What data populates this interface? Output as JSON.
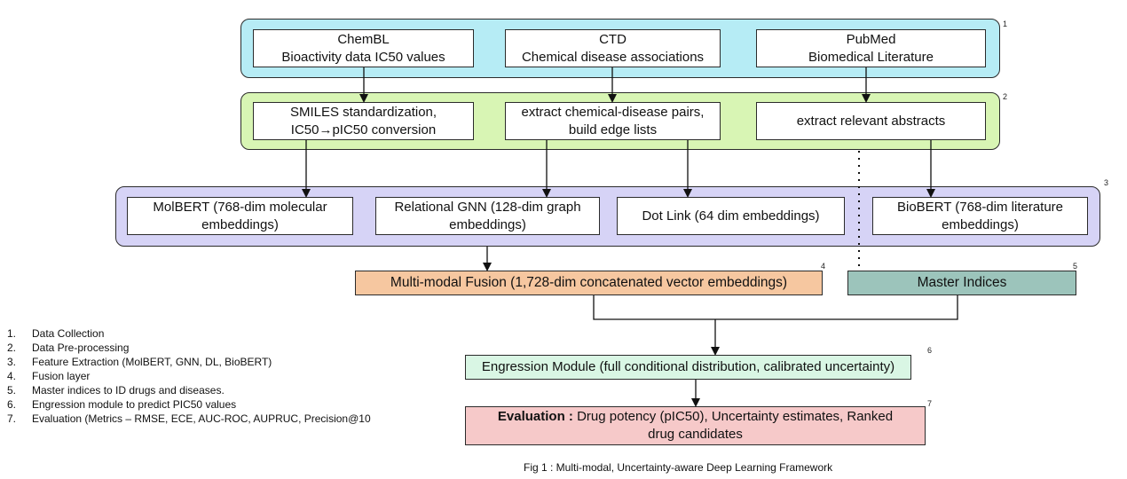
{
  "stages": [
    {
      "number": "1",
      "boxes": [
        {
          "lines": [
            "ChemBL",
            "Bioactivity data IC50 values"
          ]
        },
        {
          "lines": [
            "CTD",
            "Chemical disease associations"
          ]
        },
        {
          "lines": [
            "PubMed",
            "Biomedical Literature"
          ]
        }
      ]
    },
    {
      "number": "2",
      "boxes": [
        {
          "lines": [
            "SMILES standardization,",
            "IC50→pIC50 conversion"
          ]
        },
        {
          "lines": [
            "extract chemical-disease pairs,",
            "build edge lists"
          ]
        },
        {
          "lines": [
            "extract relevant abstracts"
          ]
        }
      ]
    },
    {
      "number": "3",
      "boxes": [
        {
          "lines": [
            "MolBERT (768-dim molecular",
            "embeddings)"
          ]
        },
        {
          "lines": [
            "Relational GNN (128-dim graph",
            "embeddings)"
          ]
        },
        {
          "lines": [
            "Dot Link (64 dim embeddings)"
          ]
        },
        {
          "lines": [
            "BioBERT (768-dim literature",
            "embeddings)"
          ]
        }
      ]
    }
  ],
  "fusion": {
    "number": "4",
    "label": "Multi-modal Fusion (1,728-dim concatenated vector embeddings)"
  },
  "master": {
    "number": "5",
    "label": "Master Indices"
  },
  "engression": {
    "number": "6",
    "label": "Engression Module (full conditional distribution, calibrated uncertainty)"
  },
  "evaluation": {
    "number": "7",
    "bold_label": "Evaluation :",
    "label": " Drug potency (pIC50), Uncertainty estimates, Ranked",
    "label_line2": "drug candidates"
  },
  "legend": [
    {
      "n": "1.",
      "text": "Data Collection"
    },
    {
      "n": "2.",
      "text": "Data Pre-processing"
    },
    {
      "n": "3.",
      "text": "Feature Extraction (MolBERT, GNN, DL, BioBERT)"
    },
    {
      "n": "4.",
      "text": "Fusion layer"
    },
    {
      "n": "5.",
      "text": "Master indices to ID drugs and diseases."
    },
    {
      "n": "6.",
      "text": "Engression module to predict PIC50 values"
    },
    {
      "n": "7.",
      "text": "Evaluation (Metrics – RMSE, ECE, AUC-ROC, AUPRUC, Precision@10"
    }
  ],
  "caption": "Fig 1 : Multi-modal, Uncertainty-aware Deep Learning Framework",
  "colors": {
    "stage1_bg": "#b6ecf5",
    "stage2_bg": "#d8f5b4",
    "stage3_bg": "#d6d3f6",
    "fusion_bg": "#f6c7a0",
    "master_bg": "#9cc4bb",
    "engression_bg": "#d9f6e4",
    "evaluation_bg": "#f6c9c9"
  }
}
